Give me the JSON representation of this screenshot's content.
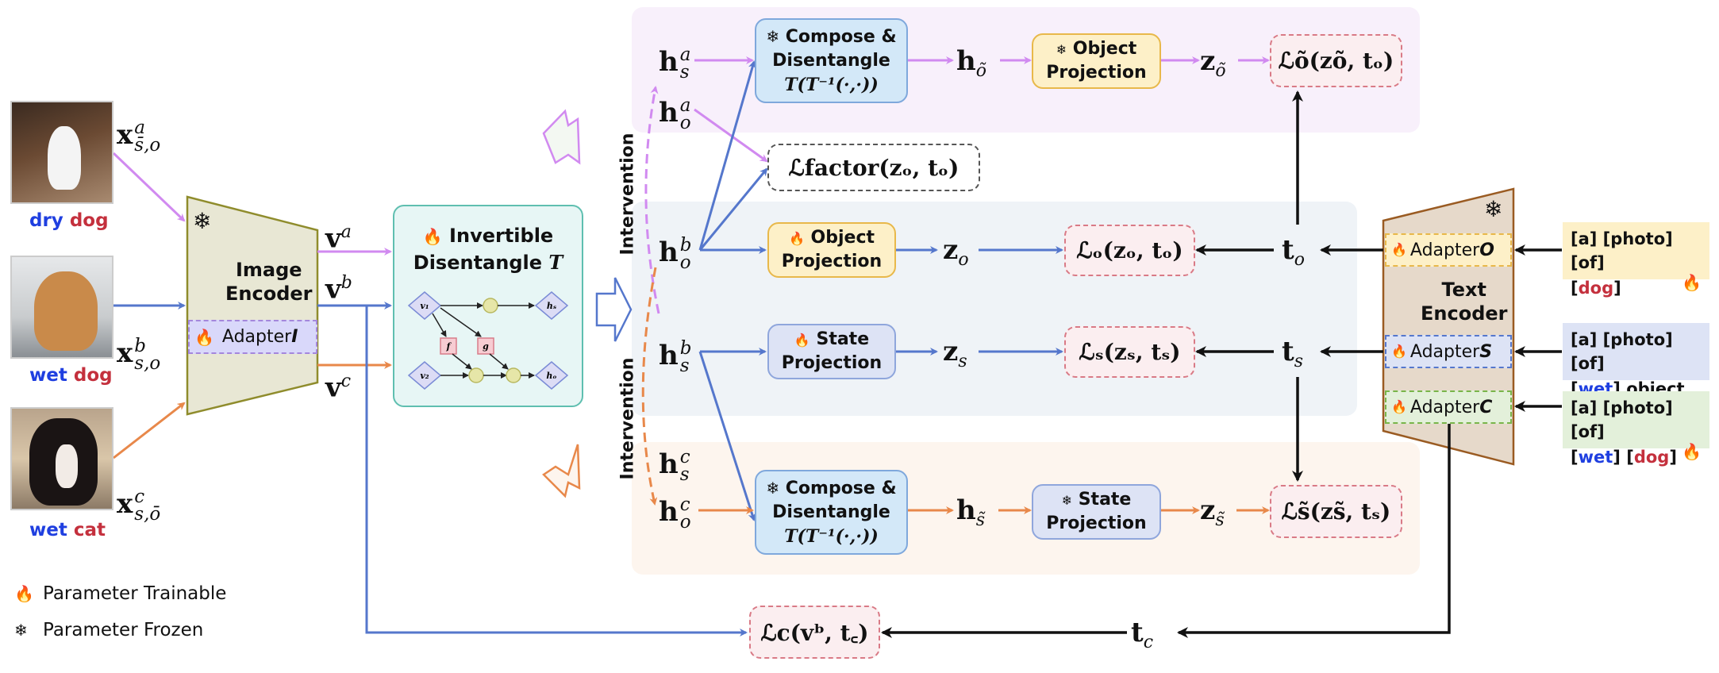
{
  "colors": {
    "purple": "#d18af0",
    "blue": "#5577cc",
    "orange": "#e8884a",
    "black": "#111111",
    "band_purple": "#f8f0fb",
    "band_blue": "#eff3f7",
    "band_orange": "#fdf5ee",
    "word_blue": "#1f3fe0",
    "word_red": "#c4303d"
  },
  "inputs": [
    {
      "caption_state": "dry",
      "caption_object": "dog",
      "var": "x",
      "sup": "a",
      "sub": "s̄,o",
      "photo": "white-pomeranian-photo"
    },
    {
      "caption_state": "wet",
      "caption_object": "dog",
      "var": "x",
      "sup": "b",
      "sub": "s,o",
      "photo": "golden-retriever-photo"
    },
    {
      "caption_state": "wet",
      "caption_object": "cat",
      "var": "x",
      "sup": "c",
      "sub": "s,ō",
      "photo": "black-white-cat-photo"
    }
  ],
  "image_encoder": {
    "title_line1": "Image",
    "title_line2": "Encoder",
    "adapter_label": "Adapter ",
    "adapter_letter": "I"
  },
  "features": [
    {
      "var": "v",
      "sup": "a"
    },
    {
      "var": "v",
      "sup": "b"
    },
    {
      "var": "v",
      "sup": "c"
    }
  ],
  "invertible": {
    "title_line1": "Invertible",
    "title_line2": "Disentangle ",
    "title_T": "T",
    "nodes": {
      "v1": "v₁",
      "v2": "v₂",
      "hs": "hₛ",
      "ho": "hₒ",
      "f": "f",
      "g": "g"
    }
  },
  "intervention_label": "Intervention",
  "hidden": {
    "hsa": {
      "sup": "a",
      "sub": "s"
    },
    "hoa": {
      "sup": "a",
      "sub": "o"
    },
    "hob": {
      "sup": "b",
      "sub": "o"
    },
    "hsb": {
      "sup": "b",
      "sub": "s"
    },
    "hsc": {
      "sup": "c",
      "sub": "s"
    },
    "hoc": {
      "sup": "c",
      "sub": "o"
    }
  },
  "compose_box": {
    "line1": "Compose &",
    "line2": "Disentangle",
    "line3": "T(T⁻¹(·,·))"
  },
  "top_row": {
    "h_label": "h",
    "h_sub": "õ",
    "proj_line1": "Object",
    "proj_line2": "Projection",
    "z_label": "z",
    "z_sub": "õ",
    "loss": "ℒõ(zõ, tₒ)"
  },
  "factor_loss": "ℒfactor(zₒ, tₒ)",
  "mid_object": {
    "proj_line1": "Object",
    "proj_line2": "Projection",
    "z_label": "z",
    "z_sub": "o",
    "loss": "ℒₒ(zₒ, tₒ)",
    "t_label": "t",
    "t_sub": "o"
  },
  "mid_state": {
    "proj_line1": "State",
    "proj_line2": "Projection",
    "z_label": "z",
    "z_sub": "s",
    "loss": "ℒₛ(zₛ, tₛ)",
    "t_label": "t",
    "t_sub": "s"
  },
  "bottom_row": {
    "h_label": "h",
    "h_sub": "s̃",
    "proj_line1": "State",
    "proj_line2": "Projection",
    "z_label": "z",
    "z_sub": "s̃",
    "loss": "ℒs̃(zs̃, tₛ)"
  },
  "composition_loss": {
    "loss": "ℒc(vᵇ, t꜀)",
    "t_label": "t",
    "t_sub": "c"
  },
  "text_encoder": {
    "title_line1": "Text",
    "title_line2": "Encoder",
    "adapters": [
      {
        "label": "Adapter ",
        "letter": "O"
      },
      {
        "label": "Adapter ",
        "letter": "S"
      },
      {
        "label": "Adapter ",
        "letter": "C"
      }
    ]
  },
  "prompts": [
    {
      "line1": "[a] [photo] [of]",
      "pre": "[",
      "word1": "dog",
      "word1_color": "red",
      "mid": "]",
      "word2": "",
      "post": ""
    },
    {
      "line1": "[a] [photo] [of]",
      "pre": "[",
      "word1": "wet",
      "word1_color": "blue",
      "mid": "] object",
      "word2": "",
      "post": ""
    },
    {
      "line1": "[a] [photo] [of]",
      "pre": "[",
      "word1": "wet",
      "word1_color": "blue",
      "mid": "] [",
      "word2": "dog",
      "post": "]"
    }
  ],
  "legend": [
    {
      "icon": "flame-icon",
      "label": "Parameter Trainable"
    },
    {
      "icon": "snowflake-icon",
      "label": "Parameter Frozen"
    }
  ]
}
